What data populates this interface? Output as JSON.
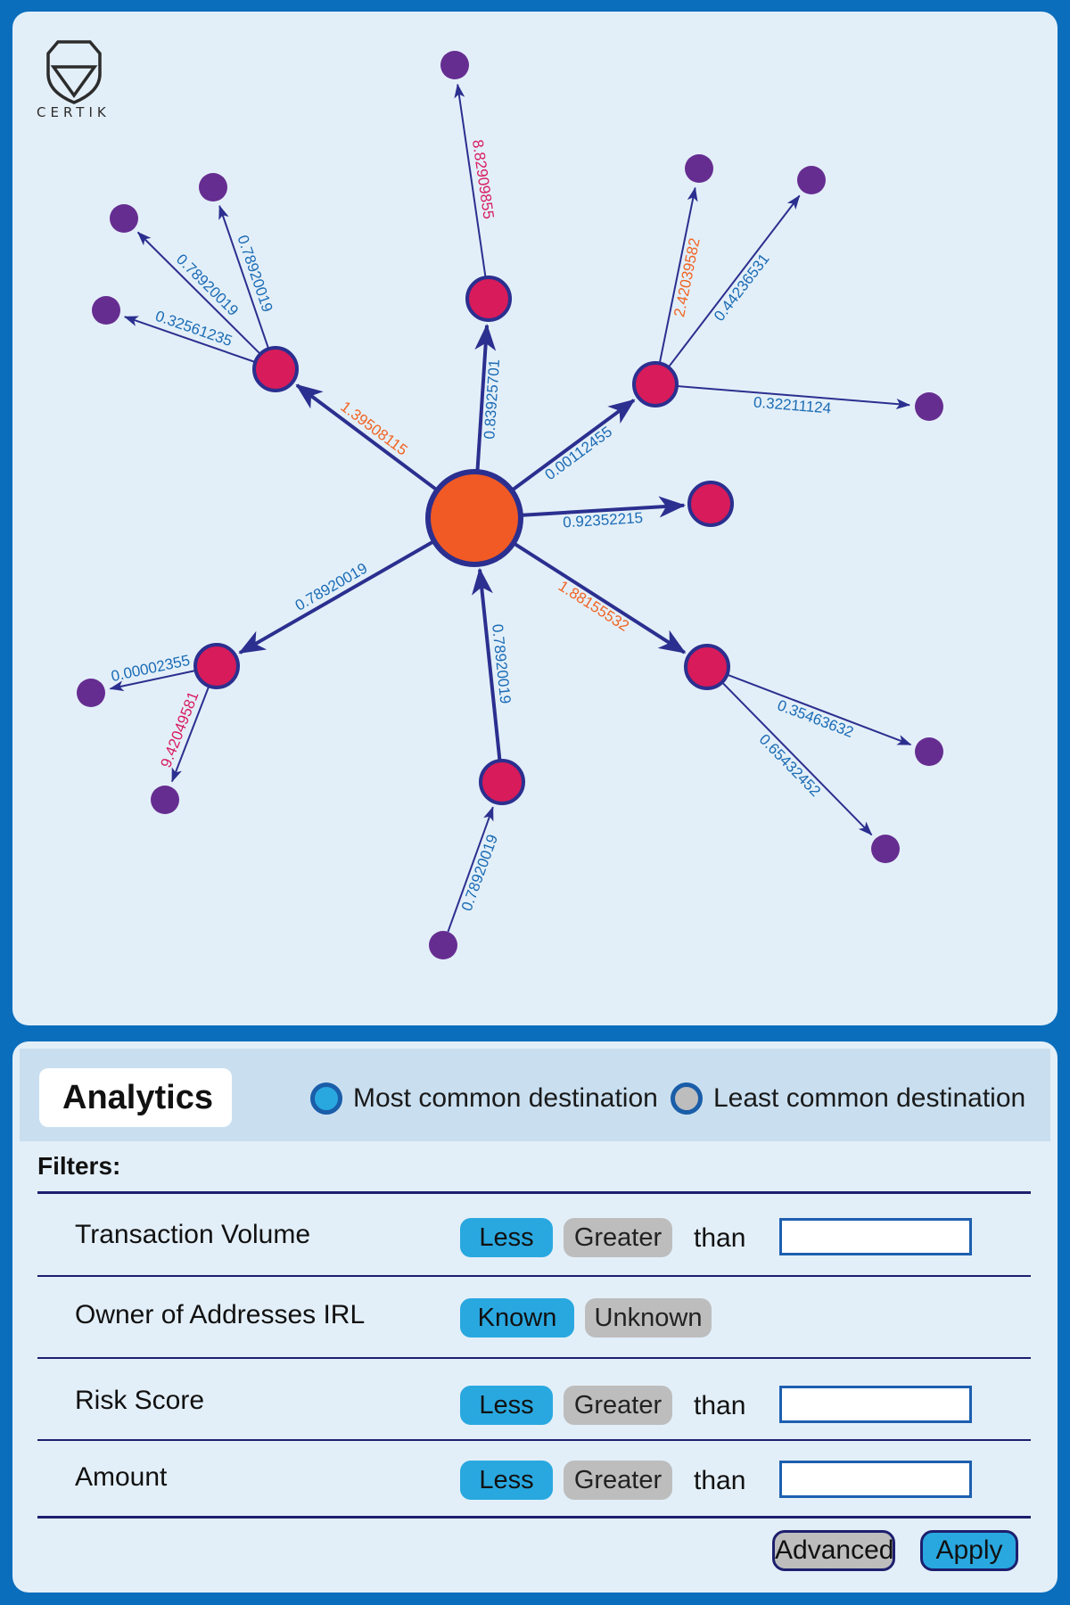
{
  "logo": {
    "text": "CERTIK"
  },
  "graph": {
    "edges": [
      {
        "id": "c-n1",
        "label": "1.39508115",
        "label_color": "#f06424"
      },
      {
        "id": "c-n2",
        "label": "0.83925701",
        "label_color": "#1a6bb5"
      },
      {
        "id": "c-n3",
        "label": "0.00112455",
        "label_color": "#1a6bb5"
      },
      {
        "id": "c-n4",
        "label": "0.92352215",
        "label_color": "#1a6bb5"
      },
      {
        "id": "c-n5",
        "label": "1.88155532",
        "label_color": "#f06424"
      },
      {
        "id": "n6-c",
        "label": "0.78920019",
        "label_color": "#1a6bb5"
      },
      {
        "id": "c-n7",
        "label": "0.78920019",
        "label_color": "#1a6bb5"
      },
      {
        "id": "n1-l1",
        "label": "0.78920019",
        "label_color": "#1a6bb5"
      },
      {
        "id": "n1-l2",
        "label": "0.78920019",
        "label_color": "#1a6bb5"
      },
      {
        "id": "n1-l3",
        "label": "0.32561235",
        "label_color": "#1a6bb5"
      },
      {
        "id": "n2-l4",
        "label": "8.82909855",
        "label_color": "#d81b60"
      },
      {
        "id": "n3-l5",
        "label": "2.42039582",
        "label_color": "#f06424"
      },
      {
        "id": "n3-l6",
        "label": "0.44236531",
        "label_color": "#1a6bb5"
      },
      {
        "id": "n3-l7",
        "label": "0.32211124",
        "label_color": "#1a6bb5"
      },
      {
        "id": "n5-l8",
        "label": "0.35463632",
        "label_color": "#1a6bb5"
      },
      {
        "id": "n5-l9",
        "label": "0.65432452",
        "label_color": "#1a6bb5"
      },
      {
        "id": "l10-n6",
        "label": "0.78920019",
        "label_color": "#1a6bb5"
      },
      {
        "id": "n7-l11",
        "label": "0.00002355",
        "label_color": "#1a6bb5"
      },
      {
        "id": "n7-l12",
        "label": "9.42049581",
        "label_color": "#d81b60"
      }
    ],
    "colors": {
      "center": "#f15a24",
      "node": "#d81b5a",
      "leaf": "#662d91",
      "edge": "#2b2f8f",
      "node_stroke": "#2b2f8f"
    }
  },
  "analytics": {
    "title": "Analytics",
    "legend": [
      {
        "label": "Most common destination",
        "color": "#29a8e0"
      },
      {
        "label": "Least common destination",
        "color": "#bdbdbd"
      }
    ],
    "filters_label": "Filters:",
    "filters": [
      {
        "label": "Transaction Volume",
        "options": [
          "Less",
          "Greater"
        ],
        "suffix": "than",
        "input_value": ""
      },
      {
        "label": "Owner of Addresses IRL",
        "options": [
          "Known",
          "Unknown"
        ]
      },
      {
        "label": "Risk Score",
        "options": [
          "Less",
          "Greater"
        ],
        "suffix": "than",
        "input_value": ""
      },
      {
        "label": "Amount",
        "options": [
          "Less",
          "Greater"
        ],
        "suffix": "than",
        "input_value": ""
      }
    ],
    "advanced_label": "Advanced",
    "apply_label": "Apply"
  }
}
